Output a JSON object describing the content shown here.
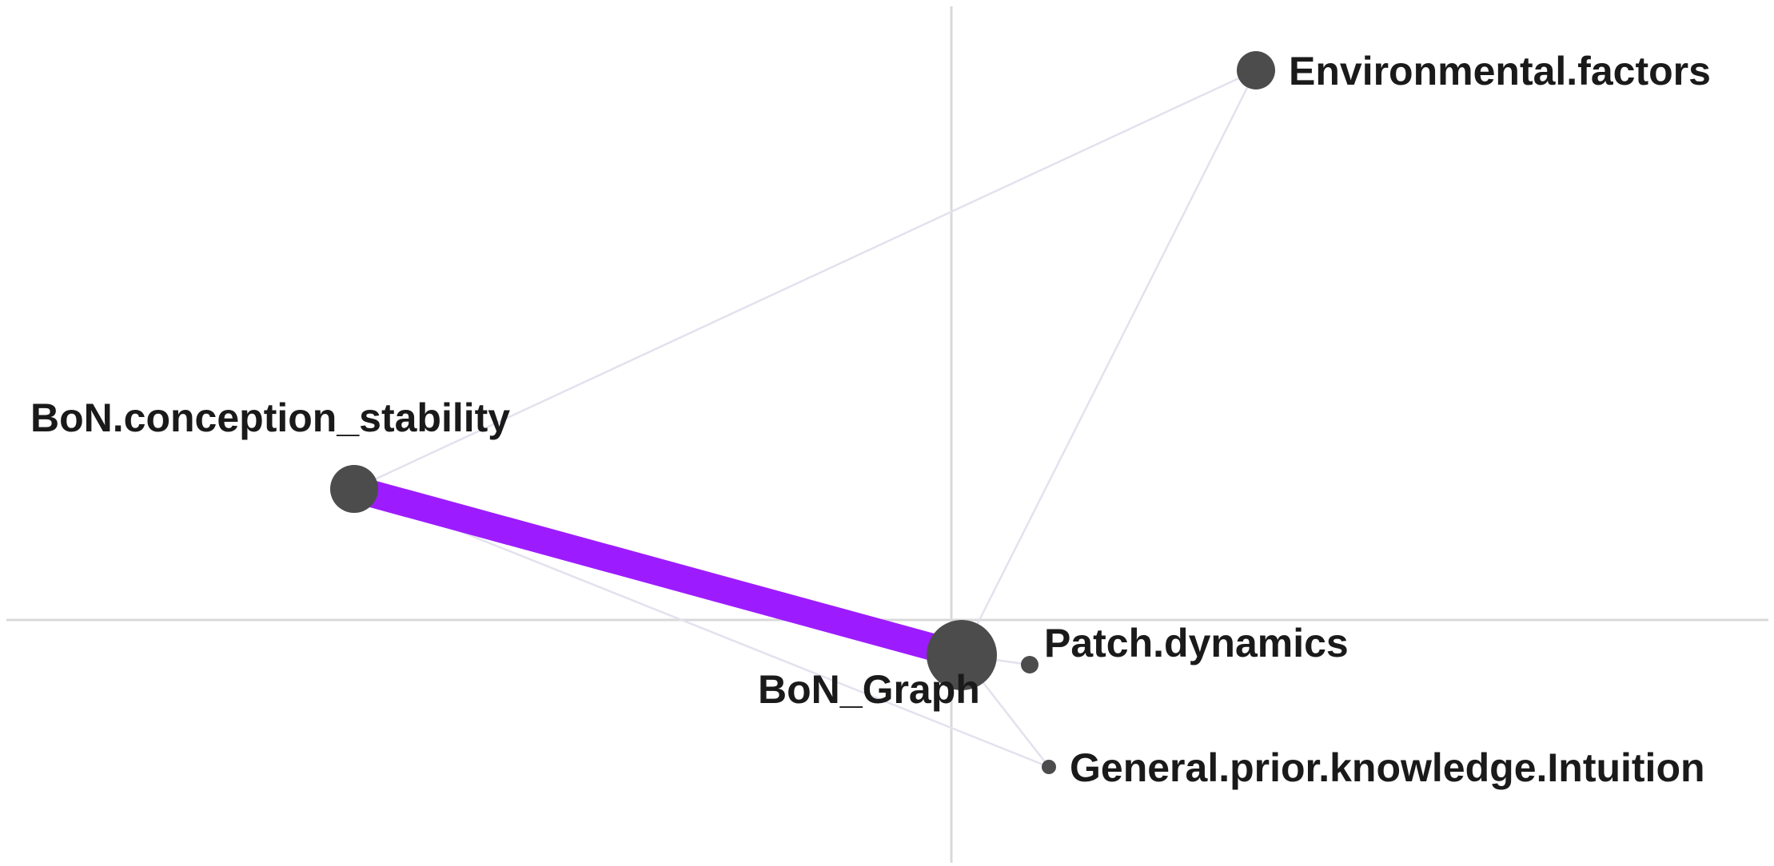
{
  "diagram": {
    "nodes": [
      {
        "id": "environmental",
        "label": "Environmental.factors"
      },
      {
        "id": "conception",
        "label": "BoN.conception_stability"
      },
      {
        "id": "graph",
        "label": "BoN_Graph"
      },
      {
        "id": "patch",
        "label": "Patch.dynamics"
      },
      {
        "id": "prior",
        "label": "General.prior.knowledge.Intuition"
      }
    ],
    "edges": [
      {
        "from": "conception",
        "to": "graph",
        "weight": "strong",
        "color": "#9d1cff"
      },
      {
        "from": "conception",
        "to": "environmental",
        "weight": "weak",
        "color": "#e4e1ee"
      },
      {
        "from": "graph",
        "to": "environmental",
        "weight": "weak",
        "color": "#e4e1ee"
      },
      {
        "from": "graph",
        "to": "patch",
        "weight": "weak",
        "color": "#e4e1ee"
      },
      {
        "from": "graph",
        "to": "prior",
        "weight": "weak",
        "color": "#e4e1ee"
      },
      {
        "from": "conception",
        "to": "prior",
        "weight": "weak",
        "color": "#e4e1ee"
      }
    ],
    "colors": {
      "node": "#4c4c4c",
      "axis": "#d9d9d9",
      "strong_edge": "#9d1cff",
      "weak_edge": "#e4e1ee"
    }
  }
}
